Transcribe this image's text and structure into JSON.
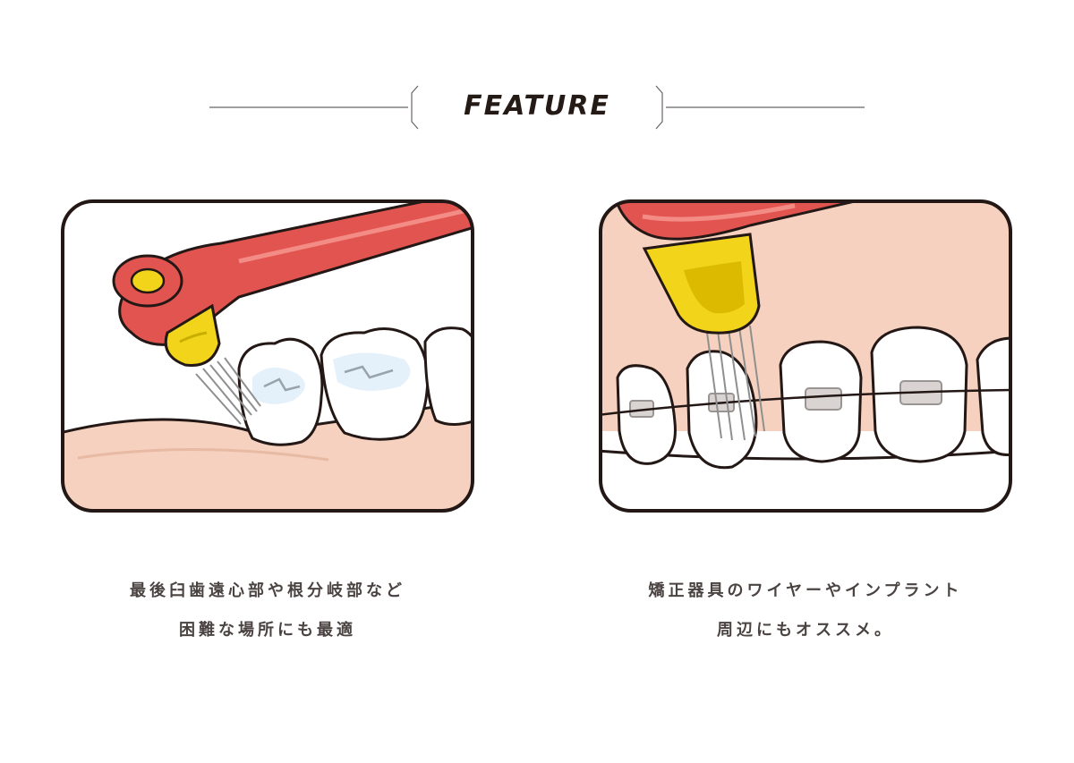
{
  "header": {
    "title": "FEATURE"
  },
  "features": [
    {
      "illustration": "toothbrush-molars-illustration",
      "lines": [
        "最後臼歯遠心部や根分岐部など",
        "困難な場所にも最適"
      ]
    },
    {
      "illustration": "toothbrush-braces-illustration",
      "lines": [
        "矯正器具のワイヤーやインプラント",
        "周辺にもオススメ。"
      ]
    }
  ],
  "colors": {
    "handle_red": "#e25450",
    "handle_dark": "#b33a3a",
    "head_yellow": "#f2d51a",
    "gum_pink": "#f6d1bf",
    "outline": "#231815",
    "caption_text": "#4a4342"
  }
}
